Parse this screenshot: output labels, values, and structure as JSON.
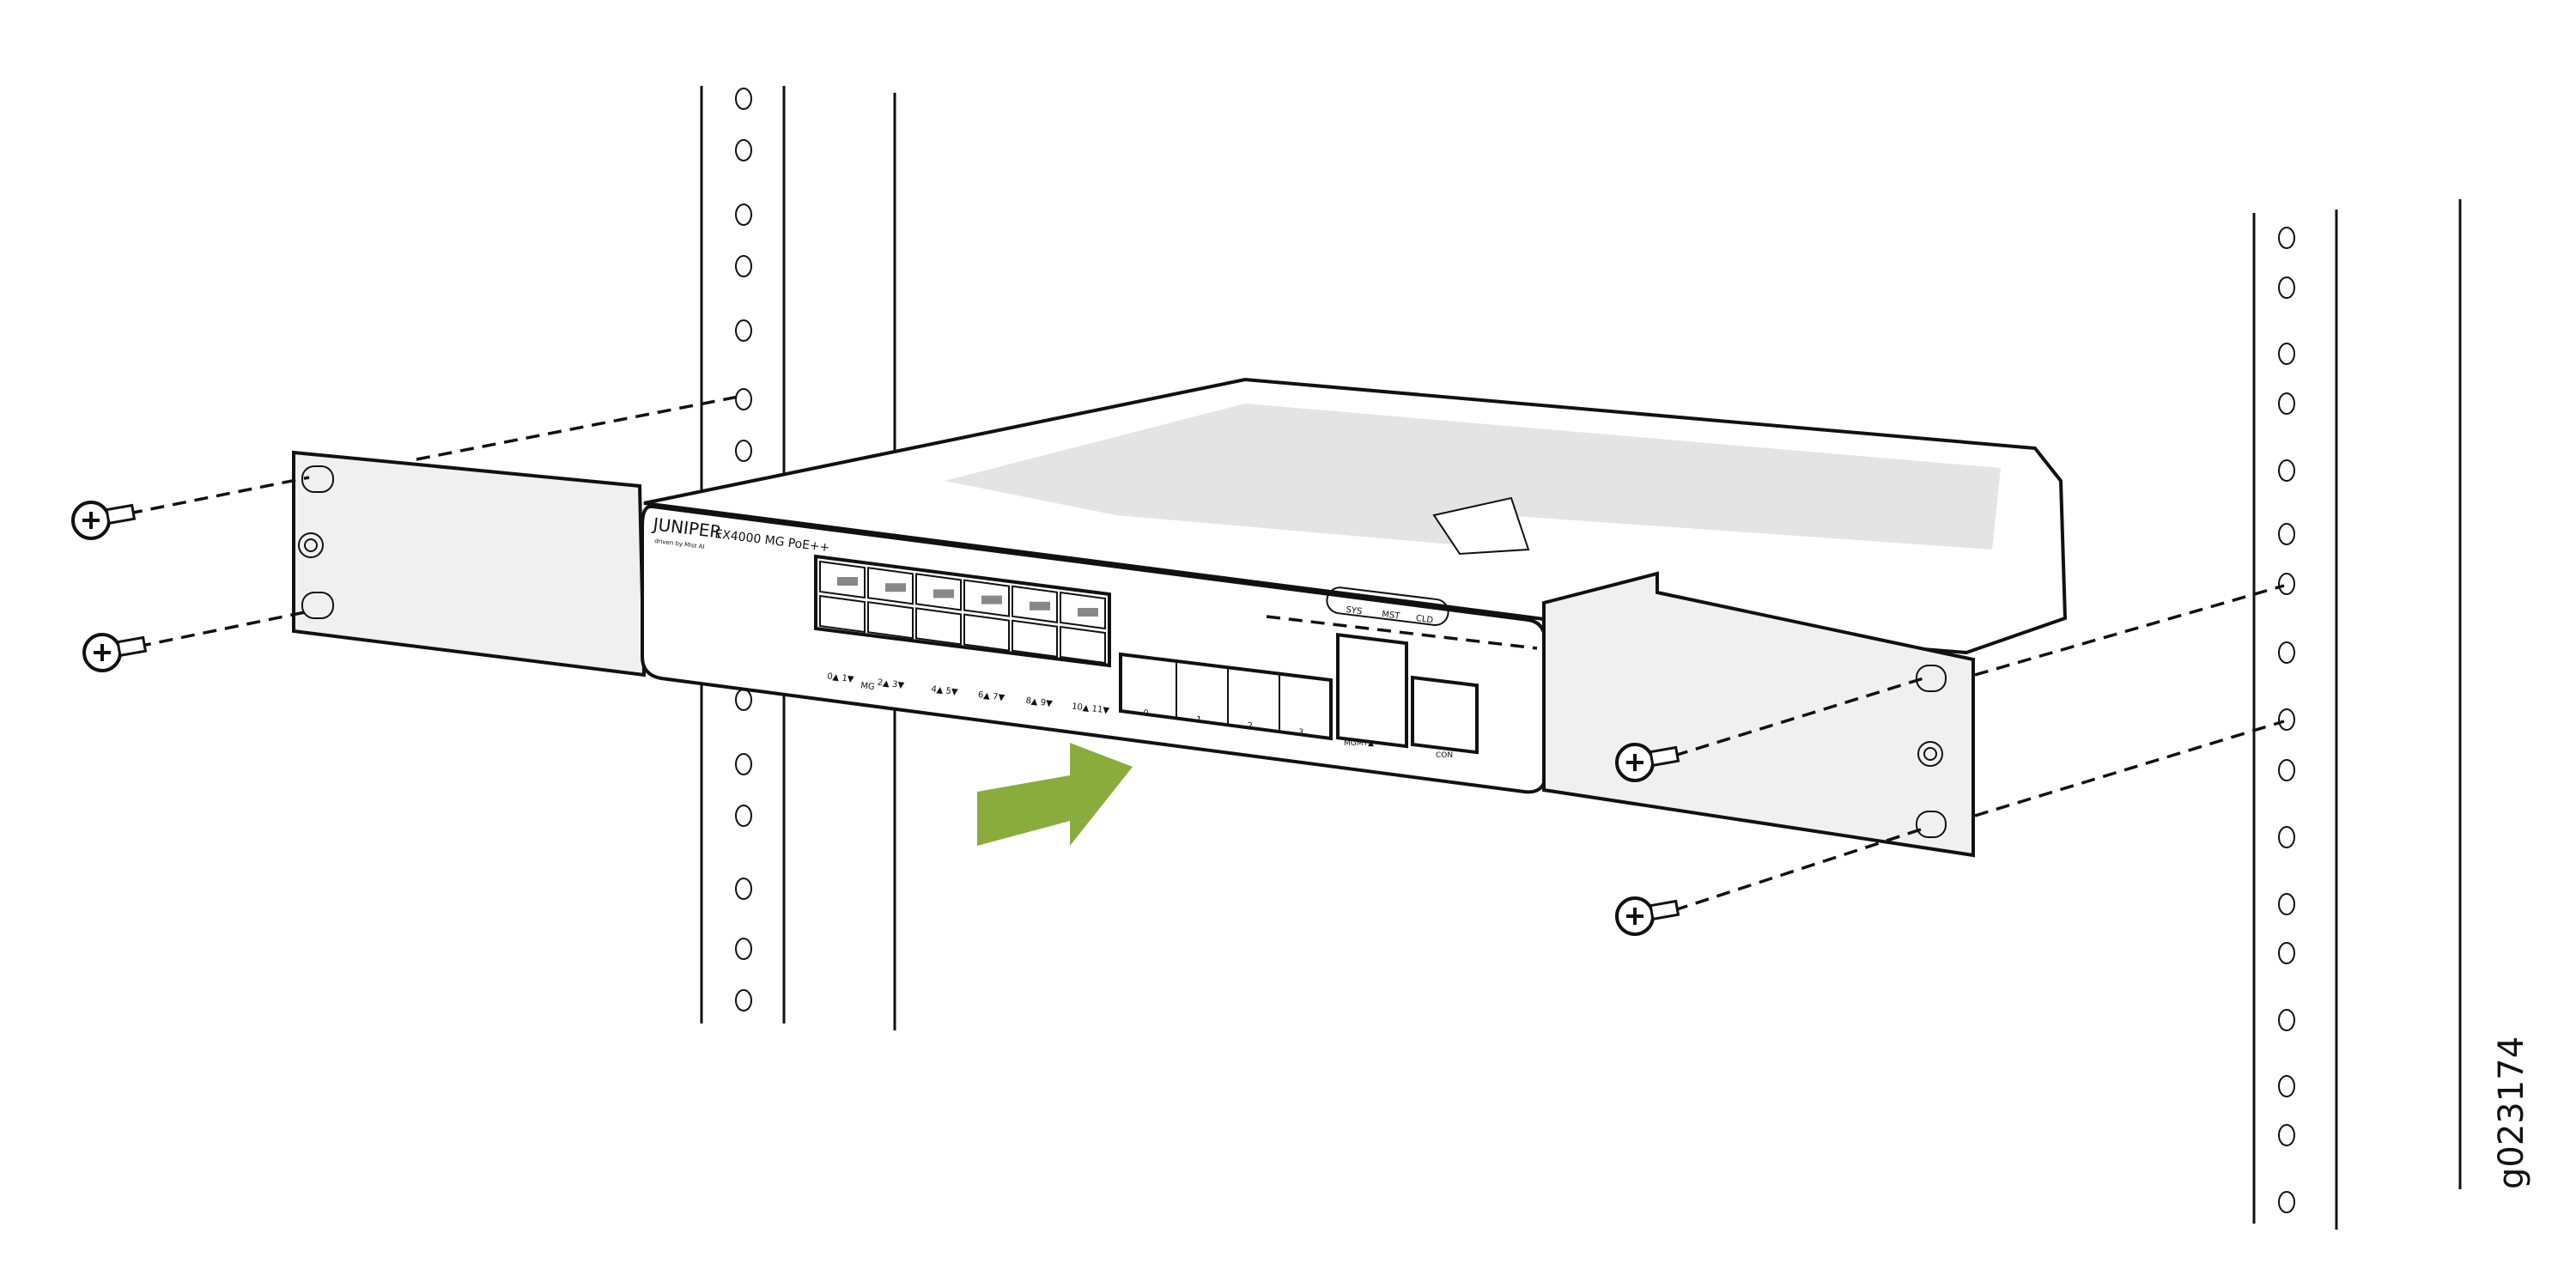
{
  "figure_id": "g023174",
  "device": {
    "brand": "JUNIPER",
    "brand_sub": "driven by Mist AI",
    "model": "EX4000 MG PoE++",
    "port_labels": [
      "0▲ 1▼",
      "MG",
      "2▲ 3▼",
      "4▲ 5▼",
      "6▲ 7▼",
      "8▲ 9▼",
      "10▲ 11▼"
    ],
    "sfp_labels": [
      "0",
      "1",
      "2",
      "3"
    ],
    "status_leds": [
      "SYS",
      "MST",
      "CLD"
    ],
    "mgmt_label": "MGMT▲",
    "console_label": "CON"
  },
  "colors": {
    "arrow": "#8aac3c",
    "bracket": "#f0f0f0",
    "line": "#111111"
  }
}
